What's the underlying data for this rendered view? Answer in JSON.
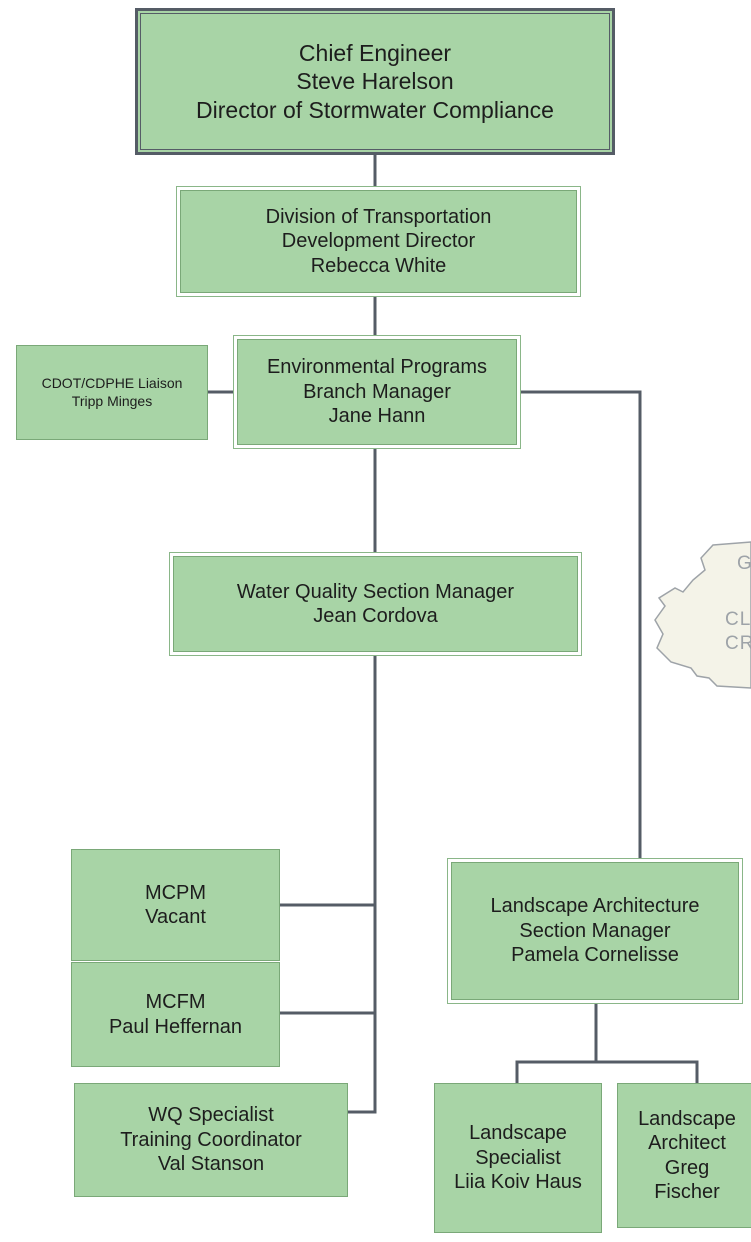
{
  "colors": {
    "box_fill": "#a8d4a6",
    "box_border": "#7aa878",
    "connector": "#555c66"
  },
  "nodes": {
    "chief": {
      "lines": [
        "Chief Engineer",
        "Steve Harelson",
        "Director of Stormwater Compliance"
      ]
    },
    "division": {
      "lines": [
        "Division of Transportation",
        "Development Director",
        "Rebecca White"
      ]
    },
    "env_programs": {
      "lines": [
        "Environmental Programs",
        "Branch Manager",
        "Jane Hann"
      ]
    },
    "liaison": {
      "lines": [
        "CDOT/CDPHE Liaison",
        "Tripp Minges"
      ]
    },
    "water_quality": {
      "lines": [
        "Water Quality Section Manager",
        "Jean Cordova"
      ]
    },
    "mcpm": {
      "lines": [
        "MCPM",
        "Vacant"
      ]
    },
    "mcfm": {
      "lines": [
        "MCFM",
        "Paul Heffernan"
      ]
    },
    "wq_specialist": {
      "lines": [
        "WQ Specialist",
        "Training Coordinator",
        "Val Stanson"
      ]
    },
    "landscape_arch": {
      "lines": [
        "Landscape Architecture",
        "Section Manager",
        "Pamela Cornelisse"
      ]
    },
    "landscape_specialist": {
      "lines": [
        "Landscape",
        "Specialist",
        "Liia Koiv Haus"
      ]
    },
    "landscape_architect": {
      "lines": [
        "Landscape",
        "Architect",
        "Greg",
        "Fischer"
      ]
    }
  },
  "map_fragment": {
    "labels": [
      "G",
      "CLE",
      "CRE"
    ]
  }
}
